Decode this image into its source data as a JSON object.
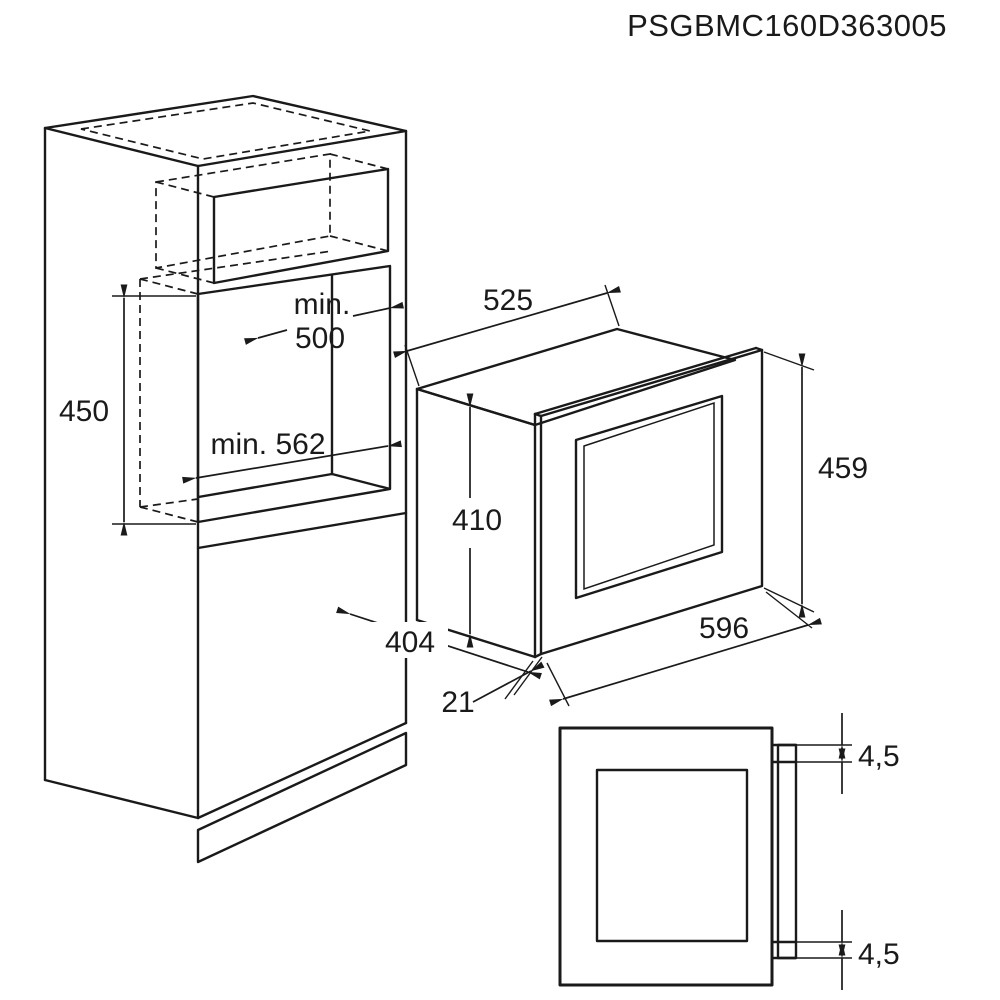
{
  "product_code": "PSGBMC160D363005",
  "dimensions": {
    "niche_depth_prefix": "min.",
    "niche_depth_value": "500",
    "niche_height": "450",
    "niche_width": "min. 562",
    "oven_body_width": "525",
    "oven_front_height": "459",
    "oven_body_height": "410",
    "oven_body_depth": "404",
    "frame_protrusion": "21",
    "oven_front_width": "596",
    "frame_overlap_top": "4,5",
    "frame_overlap_bottom": "4,5"
  },
  "colors": {
    "line": "#1a1a1a",
    "background": "#ffffff"
  }
}
